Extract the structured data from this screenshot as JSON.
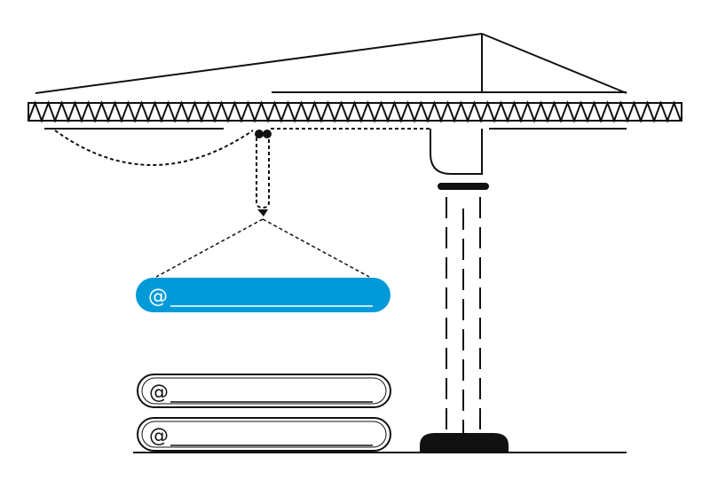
{
  "illustration": {
    "colors": {
      "ink": "#111111",
      "accent": "#009ad8",
      "background": "#ffffff",
      "field_text_on_accent": "#ffffff"
    }
  },
  "email_fields": [
    {
      "symbol": "@",
      "state": "active",
      "color": "#009ad8"
    },
    {
      "symbol": "@",
      "state": "idle",
      "color": "#ffffff"
    },
    {
      "symbol": "@",
      "state": "idle",
      "color": "#ffffff"
    }
  ]
}
